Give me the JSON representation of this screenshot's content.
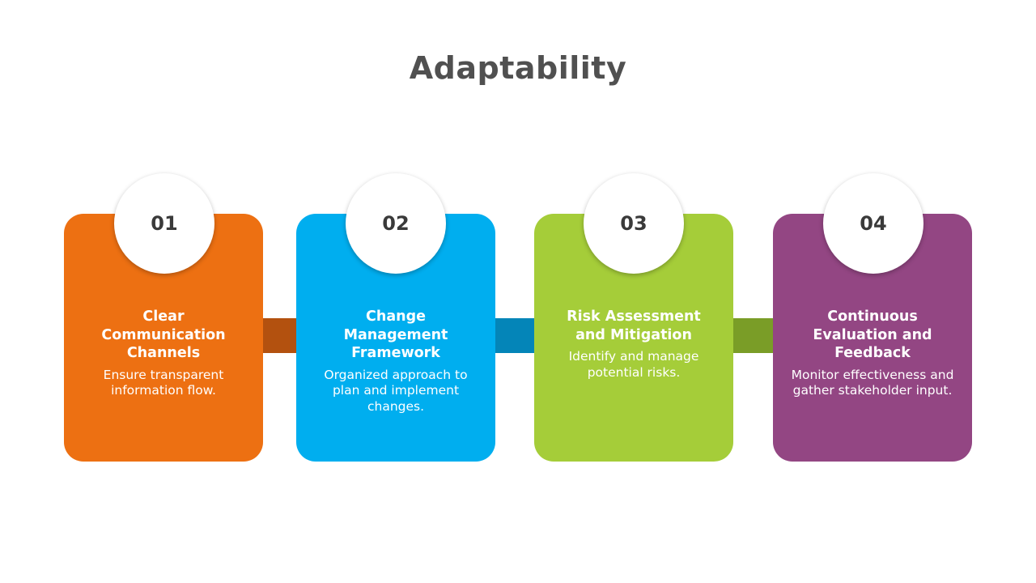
{
  "title": "Adaptability",
  "colors": {
    "orange": "#ED7012",
    "orange_dark": "#B3510F",
    "blue": "#00AEEF",
    "blue_dark": "#0485B8",
    "green": "#A5CD39",
    "green_dark": "#7A9D27",
    "purple": "#934683"
  },
  "steps": [
    {
      "number": "01",
      "heading_lines": [
        "Clear",
        "Communication",
        "Channels"
      ],
      "desc_lines": [
        "Ensure transparent",
        "information flow."
      ]
    },
    {
      "number": "02",
      "heading_lines": [
        "Change",
        "Management",
        "Framework"
      ],
      "desc_lines": [
        "Organized approach to",
        "plan and implement",
        "changes."
      ]
    },
    {
      "number": "03",
      "heading_lines": [
        "Risk Assessment",
        "and Mitigation"
      ],
      "desc_lines": [
        "Identify and manage",
        "potential risks."
      ]
    },
    {
      "number": "04",
      "heading_lines": [
        "Continuous",
        "Evaluation and",
        "Feedback"
      ],
      "desc_lines": [
        "Monitor effectiveness and",
        "gather stakeholder input."
      ]
    }
  ]
}
